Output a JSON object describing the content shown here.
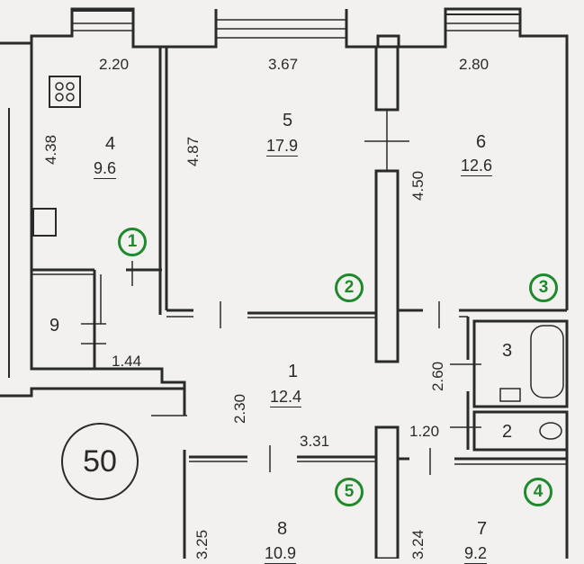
{
  "rooms": [
    {
      "number": "4",
      "area": "9.6"
    },
    {
      "number": "5",
      "area": "17.9"
    },
    {
      "number": "6",
      "area": "12.6"
    },
    {
      "number": "3"
    },
    {
      "number": "2"
    },
    {
      "number": "9"
    },
    {
      "number": "1",
      "area": "12.4"
    },
    {
      "number": "8",
      "area": "10.9"
    },
    {
      "number": "7",
      "area": "9.2"
    }
  ],
  "dimensions": {
    "room4_width": "2.20",
    "room4_length": "4.38",
    "room5_width": "3.67",
    "room5_length": "4.87",
    "room6_width": "2.80",
    "room6_length": "4.50",
    "corridor_width": "1.44",
    "hall_length": "2.30",
    "hall_width": "3.31",
    "room3_length": "2.60",
    "room2_width": "1.20",
    "room8_length": "3.25",
    "room7_length": "3.24"
  },
  "markers": [
    "1",
    "2",
    "3",
    "4",
    "5"
  ],
  "apartment_number": "50",
  "colors": {
    "wall": "#2a2a2a",
    "marker": "#1f8a2c",
    "paper": "#f2f1ef"
  }
}
